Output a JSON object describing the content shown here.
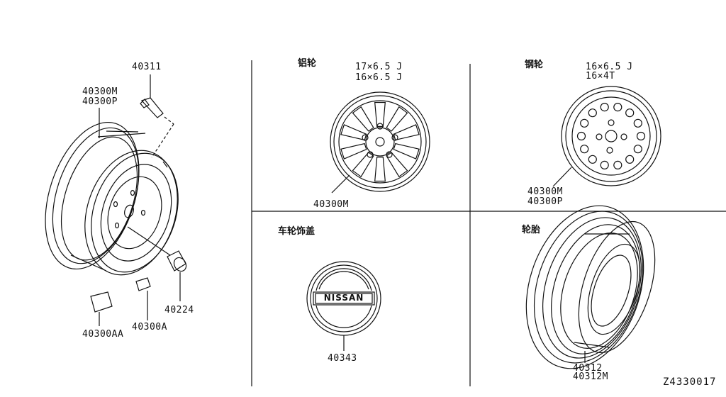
{
  "figure_id": "Z4330017",
  "sections": {
    "alloy": {
      "heading": "铝轮",
      "specs": [
        "17×6.5 J",
        "16×6.5 J"
      ],
      "part": "40300M"
    },
    "steel": {
      "heading": "钢轮",
      "specs": [
        "16×6.5 J",
        "16×4T"
      ],
      "parts": [
        "40300M",
        "40300P"
      ]
    },
    "cap": {
      "heading": "车轮饰盖",
      "part": "40343",
      "emblem": "NISSAN"
    },
    "tire": {
      "heading": "轮胎",
      "parts": [
        "40312",
        "40312M"
      ]
    }
  },
  "left_parts": {
    "wheel": [
      "40300M",
      "40300P"
    ],
    "valve": "40311",
    "nut": "40224",
    "weight_a": "40300A",
    "weight_aa": "40300AA"
  }
}
